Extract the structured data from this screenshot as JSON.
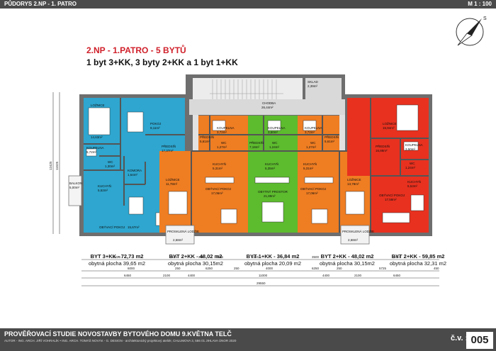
{
  "header": {
    "left": "PŮDORYS 2.NP - 1. PATRO",
    "right": "M 1 : 100"
  },
  "heading": {
    "line1": "2.NP - 1.PATRO - 5 BYTŮ",
    "line2": "1 byt 3+KK, 3 byty 2+KK a 1 byt 1+KK"
  },
  "north": "S",
  "colors": {
    "blue": "#2ea6cf",
    "orange": "#ef7d22",
    "green": "#5dbb2e",
    "red": "#e8311f",
    "common": "#d9d9d9",
    "wall": "#6e6e6e"
  },
  "rooms": {
    "chodba": {
      "name": "CHODBA",
      "area": "26,44m²"
    },
    "sklad": {
      "name": "SKLAD",
      "area": "2,39m²"
    },
    "balkon": {
      "name": "BALKON",
      "area": "5,00m²"
    },
    "b1_loznice": {
      "name": "LOŽNICE",
      "area": "14,63m²"
    },
    "b1_pokoj": {
      "name": "POKOJ",
      "area": "9,11m²"
    },
    "b1_predsin": {
      "name": "PŘEDSÍŇ",
      "area": "17,37m²"
    },
    "b1_koupelna": {
      "name": "KOUPELNA",
      "area": "5,72m²"
    },
    "b1_wc": {
      "name": "WC",
      "area": "1,30m²"
    },
    "b1_komora": {
      "name": "KOMORA",
      "area": "1,64m²"
    },
    "b1_kuchyn": {
      "name": "KUCHYŇ",
      "area": "5,52m²"
    },
    "b1_obyvaci": {
      "name": "OBÝVACÍ POKOJ",
      "area": "15,67m²"
    },
    "b2_predsin": {
      "name": "PŘEDSÍŇ",
      "area": "5,61m²"
    },
    "b2_koupelna": {
      "name": "KOUPELNA",
      "area": "3,72m²"
    },
    "b2_wc": {
      "name": "WC",
      "area": "1,27m²"
    },
    "b2_kuchyn": {
      "name": "KUCHYŇ",
      "area": "5,31m²"
    },
    "b2_loznice": {
      "name": "LOŽNICE",
      "area": "11,78m²"
    },
    "b2_obyvaci": {
      "name": "OBÝVACÍ POKOJ",
      "area": "17,06m²"
    },
    "b3_koupelna": {
      "name": "KOUPELNA",
      "area": "3,50m²"
    },
    "b3_predsin": {
      "name": "PŘEDSÍŇ",
      "area": "7,18m²"
    },
    "b3_wc": {
      "name": "WC",
      "area": "1,24m²"
    },
    "b3_kuchyn": {
      "name": "KUCHYŇ",
      "area": "5,35m²"
    },
    "b3_obytny": {
      "name": "OBYTNÝ PROSTOR",
      "area": "21,89m²"
    },
    "b4_koupelna": {
      "name": "KOUPELNA",
      "area": "3,72m²"
    },
    "b4_predsin": {
      "name": "PŘEDSÍŇ",
      "area": "5,61m²"
    },
    "b4_wc": {
      "name": "WC",
      "area": "1,27m²"
    },
    "b4_kuchyn": {
      "name": "KUCHYŇ",
      "area": "5,31m²"
    },
    "b4_loznice": {
      "name": "LOŽNICE",
      "area": "13,78m²"
    },
    "b4_obyvaci": {
      "name": "OBÝVACÍ POKOJ",
      "area": "17,06m²"
    },
    "b5_loznice": {
      "name": "LOŽNICE",
      "area": "15,94m²"
    },
    "b5_koupelna": {
      "name": "KOUPELNA",
      "area": "3,50m²"
    },
    "b5_predsin": {
      "name": "PŘEDSÍŇ",
      "area": "16,88m²"
    },
    "b5_wc": {
      "name": "WC",
      "area": "1,24m²"
    },
    "b5_kuchyn": {
      "name": "KUCHYŇ",
      "area": "5,53m²"
    },
    "b5_obyvaci": {
      "name": "OBÝVACÍ POKOJ",
      "area": "17,58m²"
    },
    "lodzie1": {
      "name": "PROSKLENÁ LODŽIE",
      "area": "2,68m²"
    },
    "lodzie2": {
      "name": "PROSKLENÁ LODŽIE",
      "area": "2,68m²"
    }
  },
  "dims": {
    "top": [
      "4225",
      "2625",
      "225",
      "3225",
      "1500",
      "3500",
      "4050"
    ],
    "mid": [
      "6000",
      "250",
      "6250",
      "250",
      "4000",
      "6250",
      "250",
      "5725",
      "450"
    ],
    "low": [
      "6450",
      "2100",
      "4400",
      "11000",
      "4400",
      "2100",
      "6450"
    ],
    "total": "29550",
    "side1": "12425",
    "side2": "11525"
  },
  "summaries": [
    {
      "title": "BYT 3+KK - 72,73 m2",
      "sub": "obytná plocha 39,65 m2"
    },
    {
      "title": "BYT 2+KK - 48,02 m2",
      "sub": "obytná plocha 30,15m2"
    },
    {
      "title": "BYT 1+KK - 36,84 m2",
      "sub": "obytná plocha 20,09 m2"
    },
    {
      "title": "BYT 2+KK - 48,02 m2",
      "sub": "obytná plocha 30,15m2"
    },
    {
      "title": "BYT 2+KK - 59,85 m2",
      "sub": "obytná plocha 32,31 m2"
    }
  ],
  "footer": {
    "title": "PROVĚŘOVACÍ STUDIE NOVOSTAVBY BYTOVÉHO DOMU 9.KVĚTNA TELČ",
    "sub": "AUTOR - ING. ARCH. JIŘÍ VOHRALÍK • ING. ARCH. TOMÁŠ NOVÁK - G. DESIGN - architektonický projektový ateliér, CHLUMOVA 3, 586 01 JIHLAVA   ÚNOR 2020",
    "cv_label": "č.v. :",
    "cv_number": "005"
  }
}
